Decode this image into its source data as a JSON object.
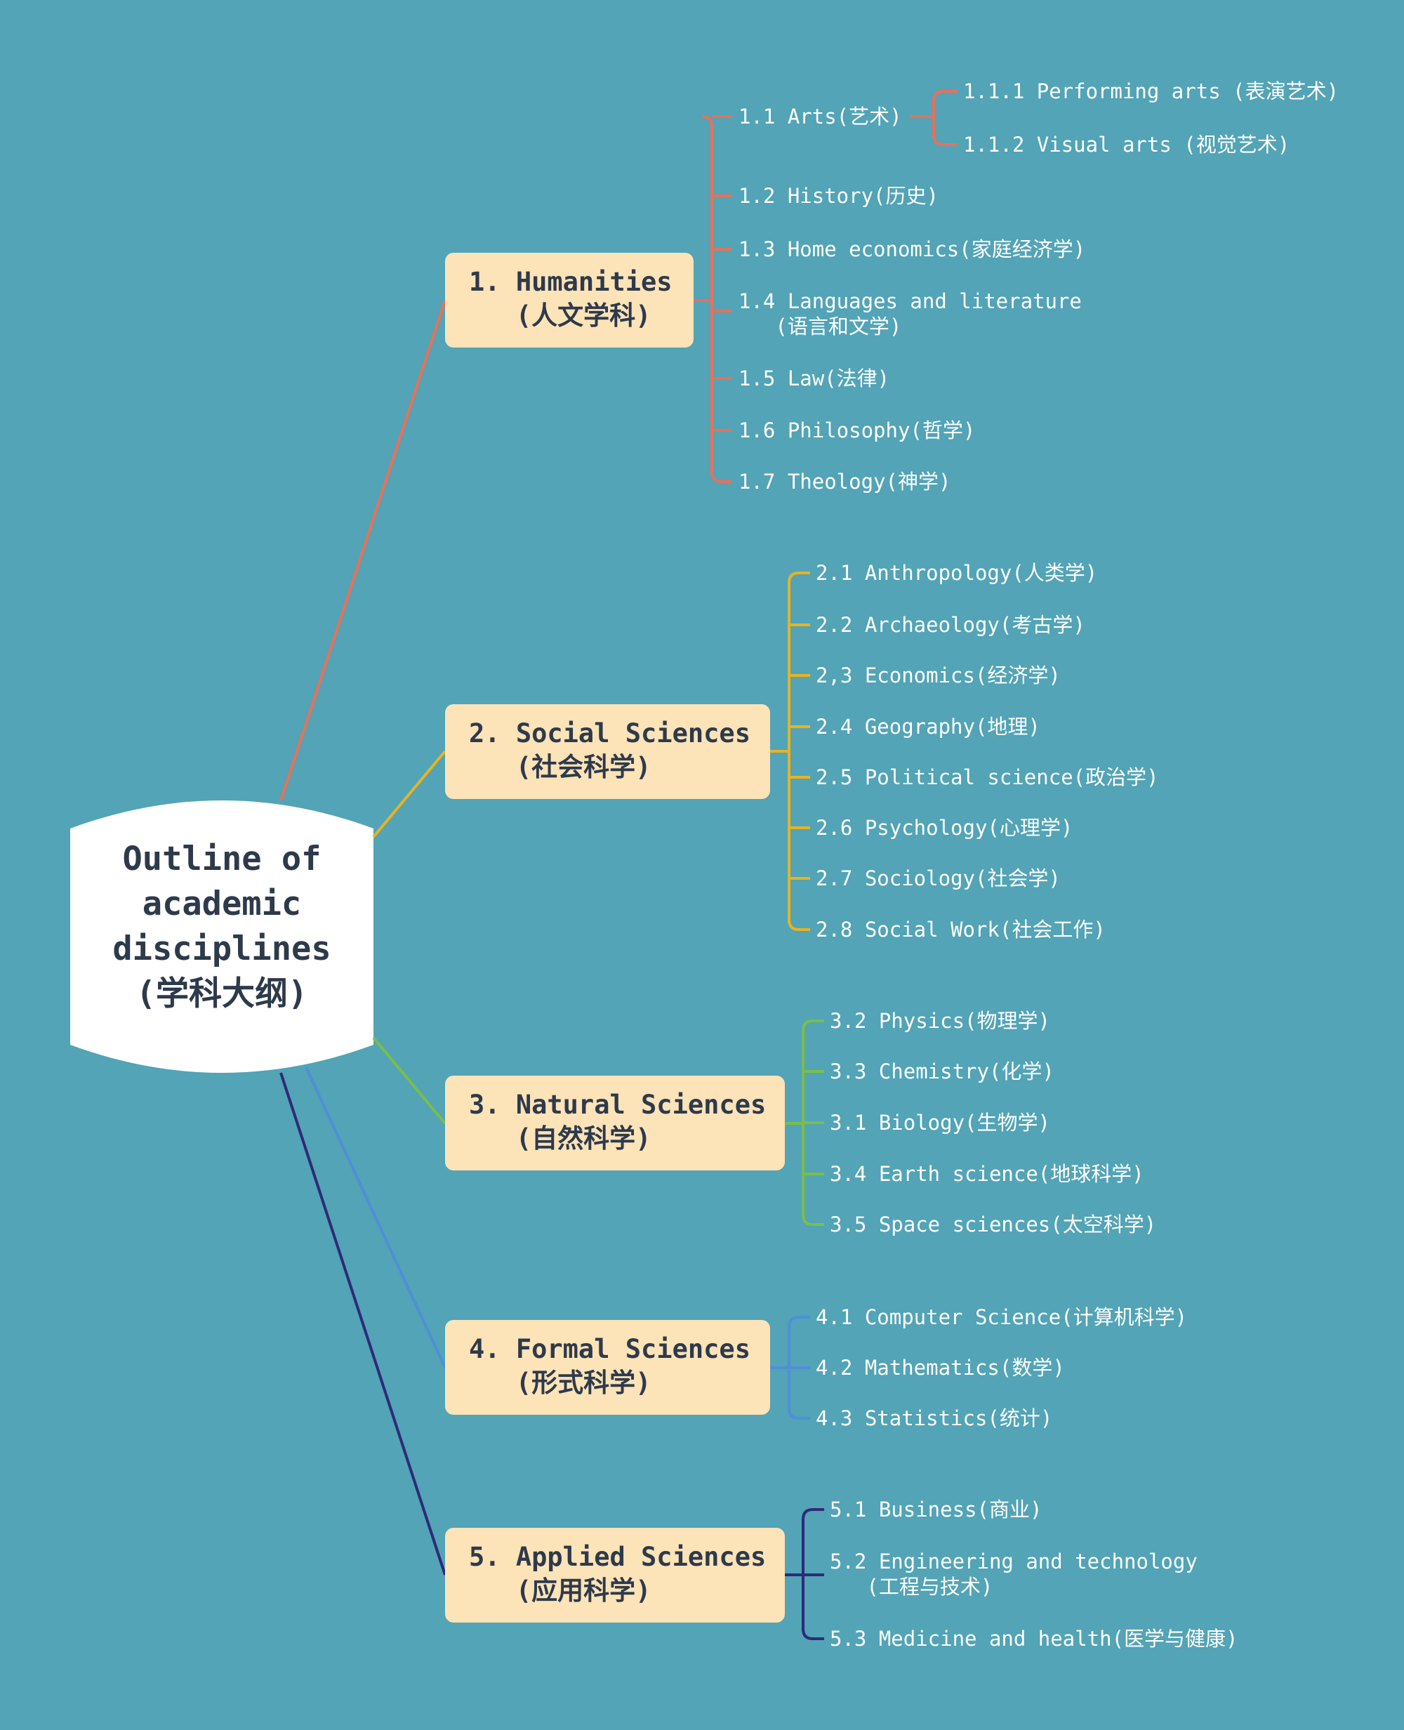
{
  "colors": {
    "background": "#52a4b6",
    "humanities": "#e8705a",
    "social": "#e8b320",
    "natural": "#79bf4a",
    "formal": "#4f8fd8",
    "applied": "#2f2a78",
    "box": "#fde3b8",
    "text_dark": "#2d3a4b"
  },
  "root": {
    "title": "Outline of\nacademic\ndisciplines\n(学科大纲)"
  },
  "branches": [
    {
      "label": "1. Humanities\n   (人文学科)",
      "items": [
        "1.1 Arts(艺术)",
        "1.2 History(历史)",
        "1.3 Home economics(家庭经济学)",
        "1.4 Languages and literature\n   (语言和文学)",
        "1.5 Law(法律)",
        "1.6 Philosophy(哲学)",
        "1.7 Theology(神学)"
      ],
      "subitems": [
        "1.1.1 Performing arts (表演艺术)",
        "1.1.2 Visual arts (视觉艺术)"
      ]
    },
    {
      "label": "2. Social Sciences\n   (社会科学)",
      "items": [
        "2.1 Anthropology(人类学)",
        "2.2 Archaeology(考古学)",
        "2,3 Economics(经济学)",
        "2.4 Geography(地理)",
        "2.5 Political science(政治学)",
        "2.6 Psychology(心理学)",
        "2.7 Sociology(社会学)",
        "2.8 Social Work(社会工作)"
      ]
    },
    {
      "label": "3. Natural Sciences\n   (自然科学)",
      "items": [
        "3.2 Physics(物理学)",
        "3.3 Chemistry(化学)",
        "3.1 Biology(生物学)",
        "3.4 Earth science(地球科学)",
        "3.5 Space sciences(太空科学)"
      ]
    },
    {
      "label": "4. Formal Sciences\n   (形式科学)",
      "items": [
        "4.1 Computer Science(计算机科学)",
        "4.2 Mathematics(数学)",
        "4.3 Statistics(统计)"
      ]
    },
    {
      "label": "5. Applied Sciences\n   (应用科学)",
      "items": [
        "5.1 Business(商业)",
        "5.2 Engineering and technology\n   (工程与技术)",
        "5.3 Medicine and health(医学与健康)"
      ]
    }
  ]
}
